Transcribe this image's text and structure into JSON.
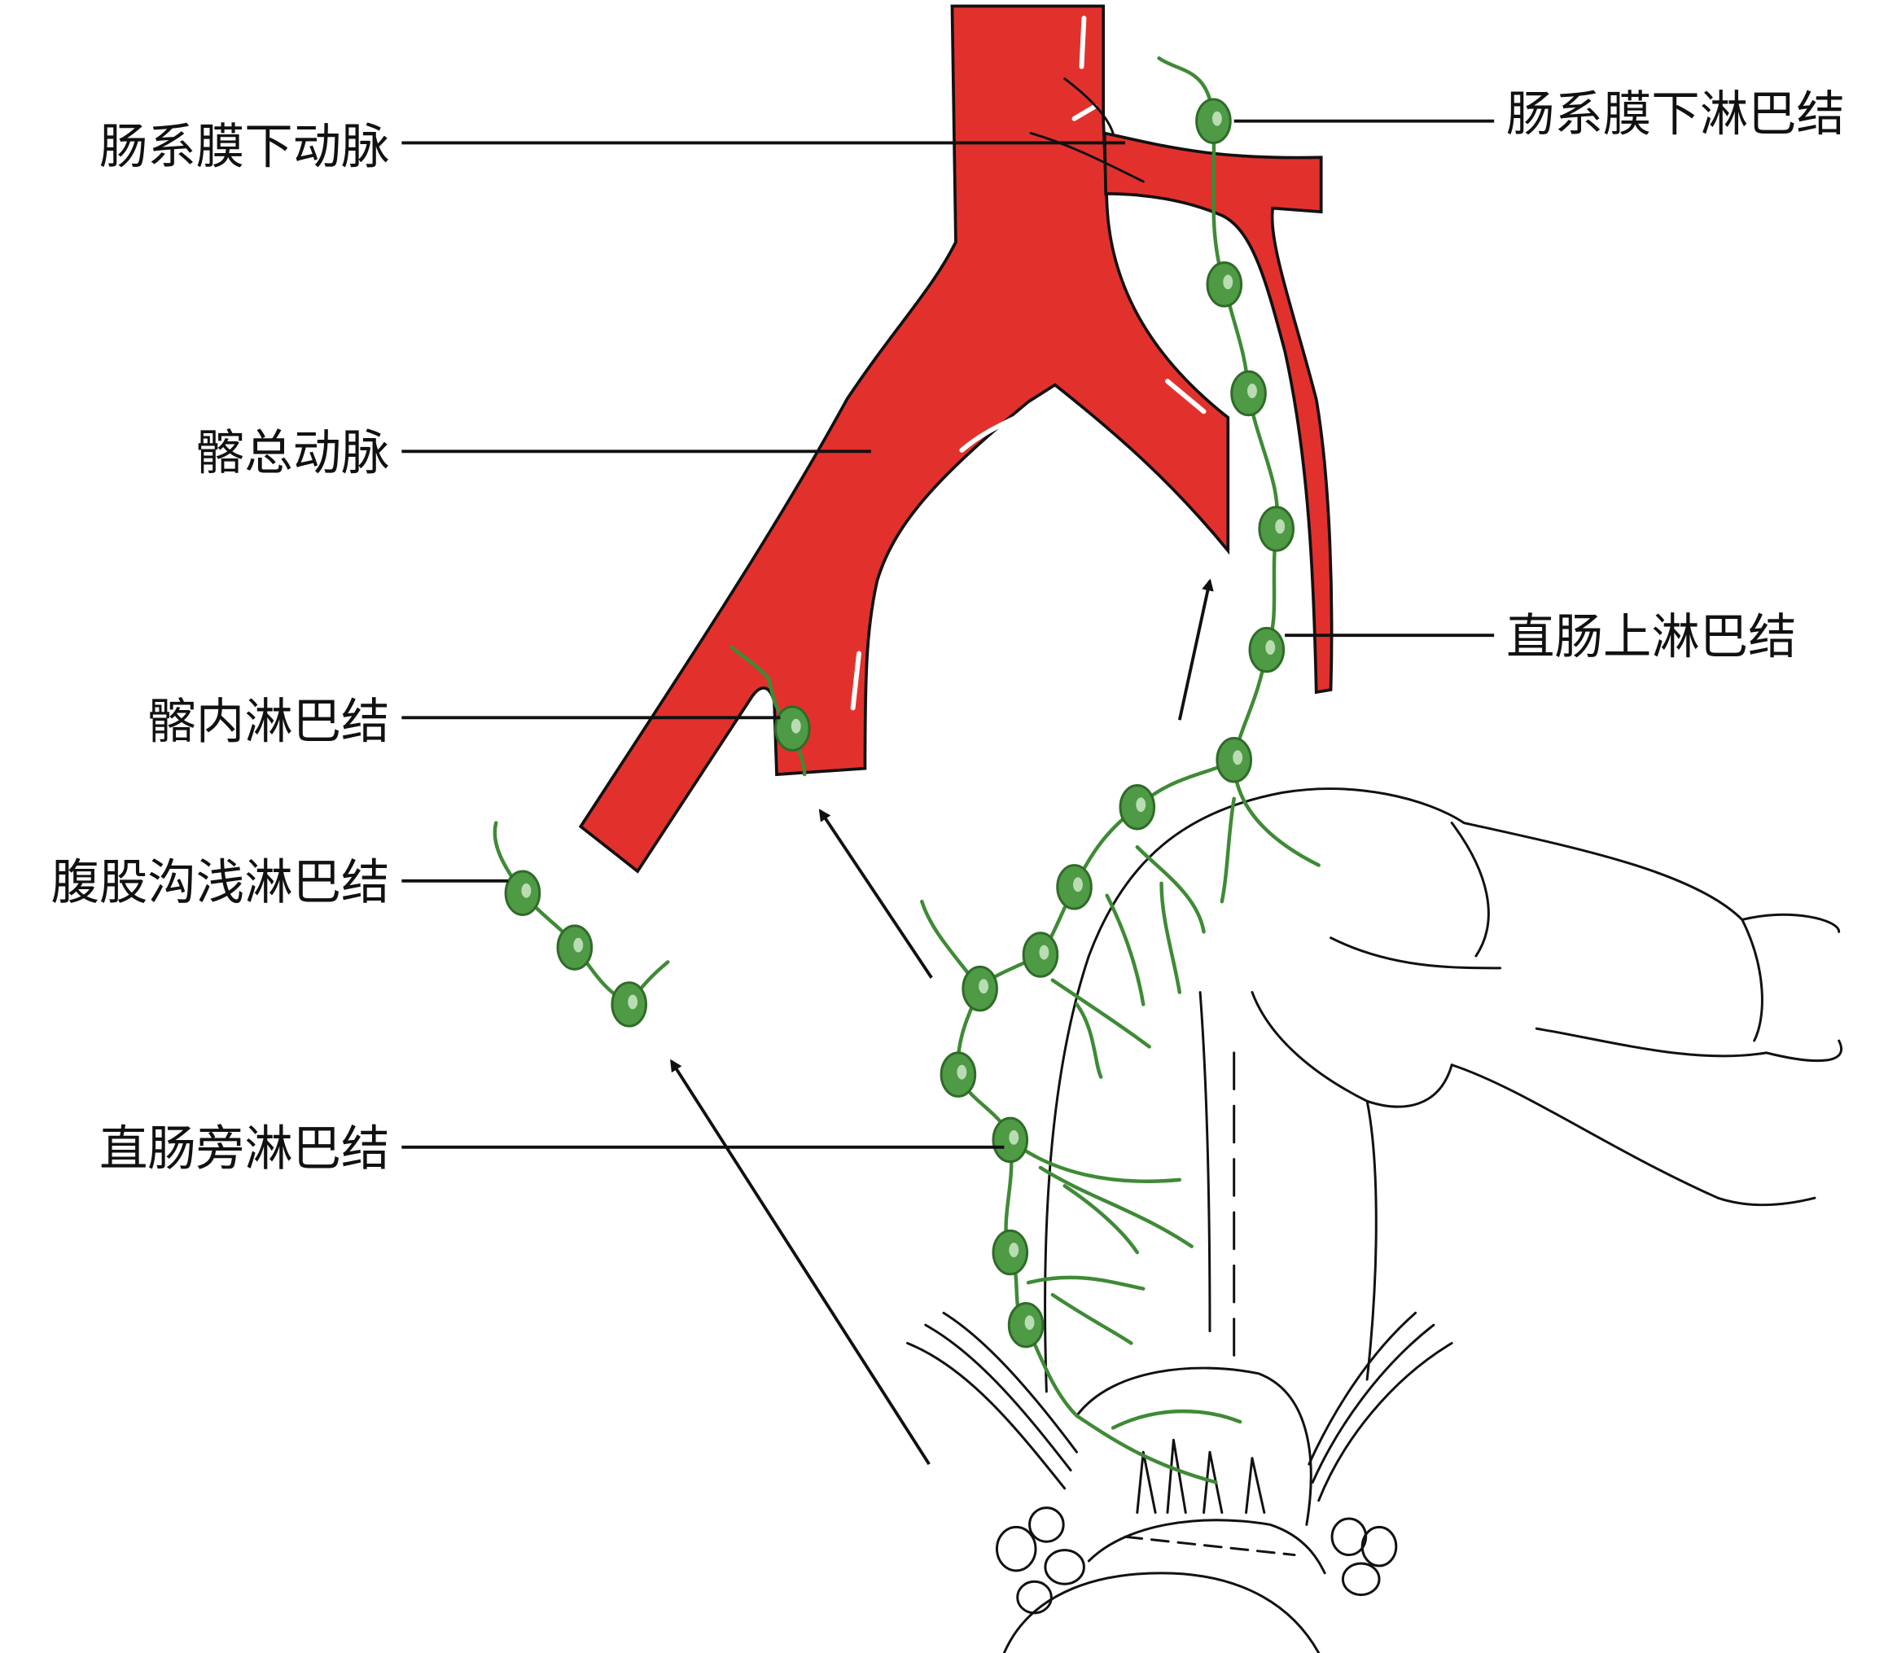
{
  "diagram": {
    "labels_left": [
      {
        "id": "inferior-mesenteric-artery",
        "text": "肠系膜下动脉"
      },
      {
        "id": "common-iliac-artery",
        "text": "髂总动脉"
      },
      {
        "id": "internal-iliac-lymph-node",
        "text": "髂内淋巴结"
      },
      {
        "id": "superficial-inguinal-lymph-node",
        "text": "腹股沟浅淋巴结"
      },
      {
        "id": "pararectal-lymph-node",
        "text": "直肠旁淋巴结"
      }
    ],
    "labels_right": [
      {
        "id": "inferior-mesenteric-lymph-node",
        "text": "肠系膜下淋巴结"
      },
      {
        "id": "superior-rectal-lymph-node",
        "text": "直肠上淋巴结"
      }
    ],
    "colors": {
      "artery": "#e2312c",
      "lymph": "#3f8a36",
      "node_fill": "#4e9a45",
      "outline": "#111111"
    }
  }
}
